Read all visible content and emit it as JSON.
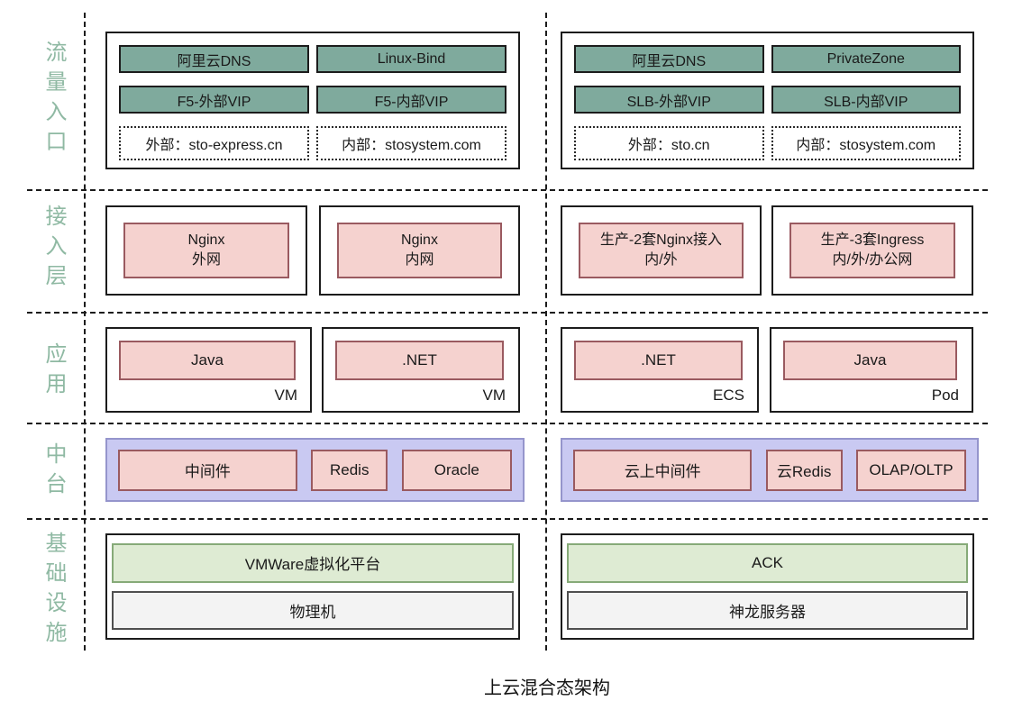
{
  "title": "上云混合态架构",
  "colors": {
    "teal_chip_fill": "#7FAA9D",
    "component_fill": "#F5D2CF",
    "component_border": "#9A5A60",
    "middleware_container_fill": "#C9C9F2",
    "middleware_container_border": "#9595CC",
    "virtualization_fill": "#DEEBD3",
    "virtualization_border": "#86AA78",
    "hardware_fill": "#F3F3F3",
    "layer_label_green": "#8FB9A3",
    "line_color": "#1c1c1c"
  },
  "layers": {
    "traffic": {
      "label": "流量入口",
      "onprem": {
        "chips": [
          "阿里云DNS",
          "Linux-Bind",
          "F5-外部VIP",
          "F5-内部VIP"
        ],
        "domains": [
          "外部：sto-express.cn",
          "内部：stosystem.com"
        ]
      },
      "cloud": {
        "chips": [
          "阿里云DNS",
          "PrivateZone",
          "SLB-外部VIP",
          "SLB-内部VIP"
        ],
        "domains": [
          "外部：sto.cn",
          "内部：stosystem.com"
        ]
      }
    },
    "access": {
      "label": "接入层",
      "onprem": [
        {
          "line1": "Nginx",
          "line2": "外网"
        },
        {
          "line1": "Nginx",
          "line2": "内网"
        }
      ],
      "cloud": [
        {
          "line1": "生产-2套Nginx接入",
          "line2": "内/外"
        },
        {
          "line1": "生产-3套Ingress",
          "line2": "内/外/办公网"
        }
      ]
    },
    "application": {
      "label": "应用",
      "onprem": [
        {
          "runtime": "Java",
          "platform": "VM"
        },
        {
          "runtime": ".NET",
          "platform": "VM"
        }
      ],
      "cloud": [
        {
          "runtime": ".NET",
          "platform": "ECS"
        },
        {
          "runtime": "Java",
          "platform": "Pod"
        }
      ]
    },
    "middleware": {
      "label": "中台",
      "onprem": [
        "中间件",
        "Redis",
        "Oracle"
      ],
      "cloud": [
        "云上中间件",
        "云Redis",
        "OLAP/OLTP"
      ]
    },
    "infrastructure": {
      "label": "基础设施",
      "onprem": {
        "platform": "VMWare虚拟化平台",
        "hardware": "物理机"
      },
      "cloud": {
        "platform": "ACK",
        "hardware": "神龙服务器"
      }
    }
  }
}
